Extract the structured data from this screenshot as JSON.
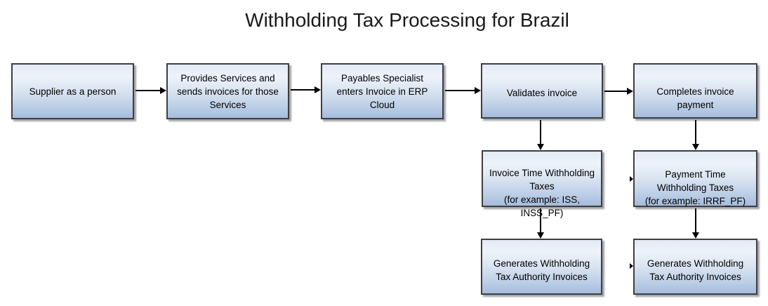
{
  "title": "Withholding Tax Processing for Brazil",
  "diagram": {
    "nodes": {
      "supplier": {
        "label": "Supplier as a person"
      },
      "provides": {
        "label": "Provides Services and\nsends invoices for those\nServices"
      },
      "payables": {
        "label": "Payables Specialist\nenters Invoice in ERP\nCloud"
      },
      "validates": {
        "label": "Validates invoice"
      },
      "completes": {
        "label": "Completes invoice\npayment"
      },
      "invoice_time": {
        "label": "Invoice Time Withholding\nTaxes\n(for example: ISS,\nINSS_PF)"
      },
      "payment_time": {
        "label": "Payment Time\nWithholding Taxes\n(for example: IRRF_PF)"
      },
      "generates_left": {
        "label": "Generates Withholding\nTax Authority Invoices"
      },
      "generates_right": {
        "label": "Generates Withholding\nTax Authority Invoices"
      }
    },
    "edges": [
      {
        "from": "supplier",
        "to": "provides"
      },
      {
        "from": "provides",
        "to": "payables"
      },
      {
        "from": "payables",
        "to": "validates"
      },
      {
        "from": "validates",
        "to": "completes"
      },
      {
        "from": "validates",
        "to": "invoice_time"
      },
      {
        "from": "invoice_time",
        "to": "generates_left"
      },
      {
        "from": "completes",
        "to": "payment_time"
      },
      {
        "from": "payment_time",
        "to": "generates_right"
      }
    ],
    "colors": {
      "box_top": "#e3eaf4",
      "box_bottom": "#a5bcdc",
      "border": "#3d3f42",
      "shadow": "rgba(90,90,90,0.55)",
      "arrow": "#000000"
    }
  }
}
